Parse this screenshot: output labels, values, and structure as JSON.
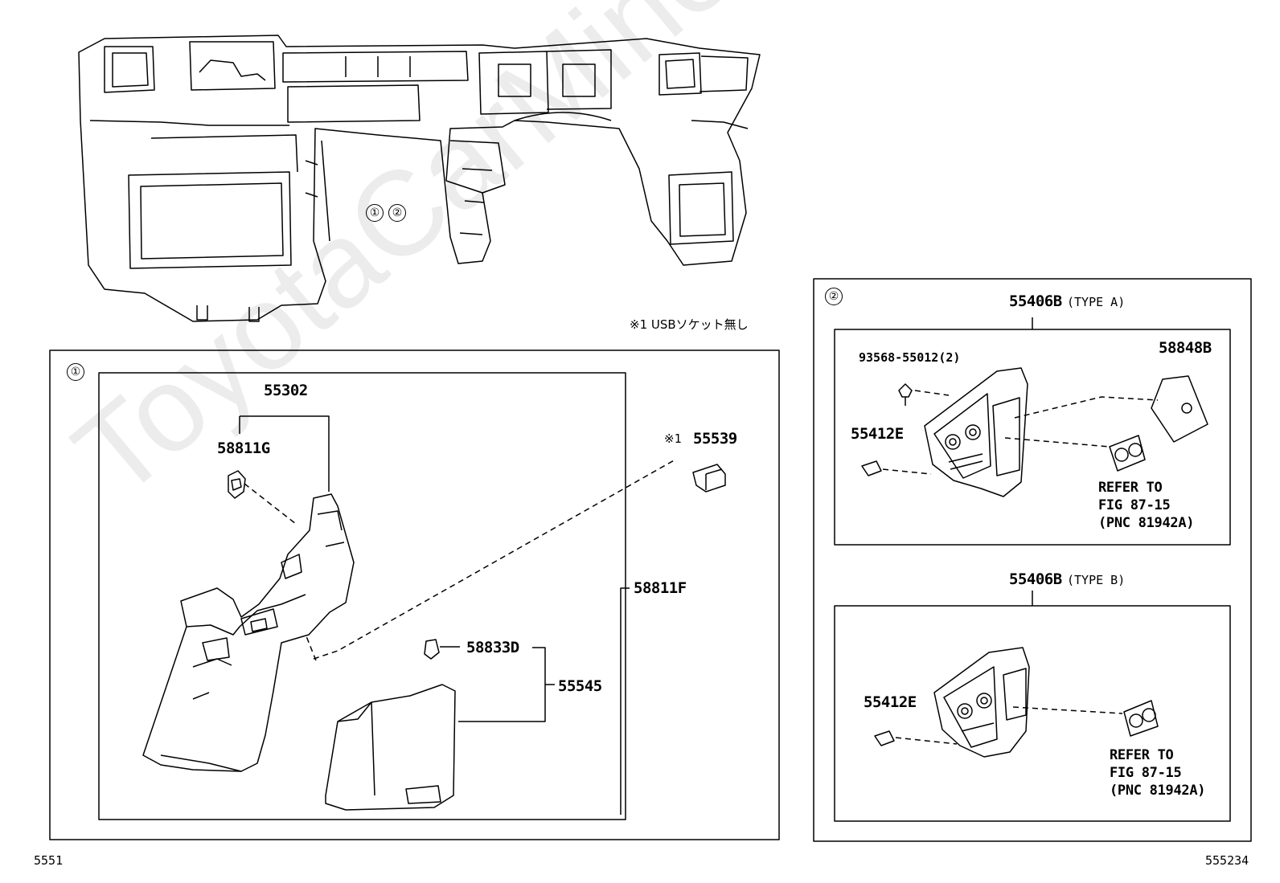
{
  "watermark": "ToyotaCarMine.ru",
  "top_assembly": {
    "callouts": [
      "①",
      "②"
    ]
  },
  "footnote": "※1 USBソケット無し",
  "panel1": {
    "marker": "①",
    "parts": {
      "p55302": "55302",
      "p58811G": "58811G",
      "p55539_prefix": "※1",
      "p55539": "55539",
      "p58811F": "58811F",
      "p58833D": "58833D",
      "p55545": "55545"
    }
  },
  "panel2": {
    "marker": "②",
    "typeA": {
      "part": "55406B",
      "type": "(TYPE A)",
      "screw": "93568-55012(2)",
      "p58848B": "58848B",
      "p55412E": "55412E",
      "refer": "REFER TO\nFIG 87-15\n(PNC 81942A)"
    },
    "typeB": {
      "part": "55406B",
      "type": "(TYPE B)",
      "p55412E": "55412E",
      "refer": "REFER TO\nFIG 87-15\n(PNC 81942A)"
    }
  },
  "footer": {
    "left_code": "5551",
    "right_code": "555234"
  }
}
